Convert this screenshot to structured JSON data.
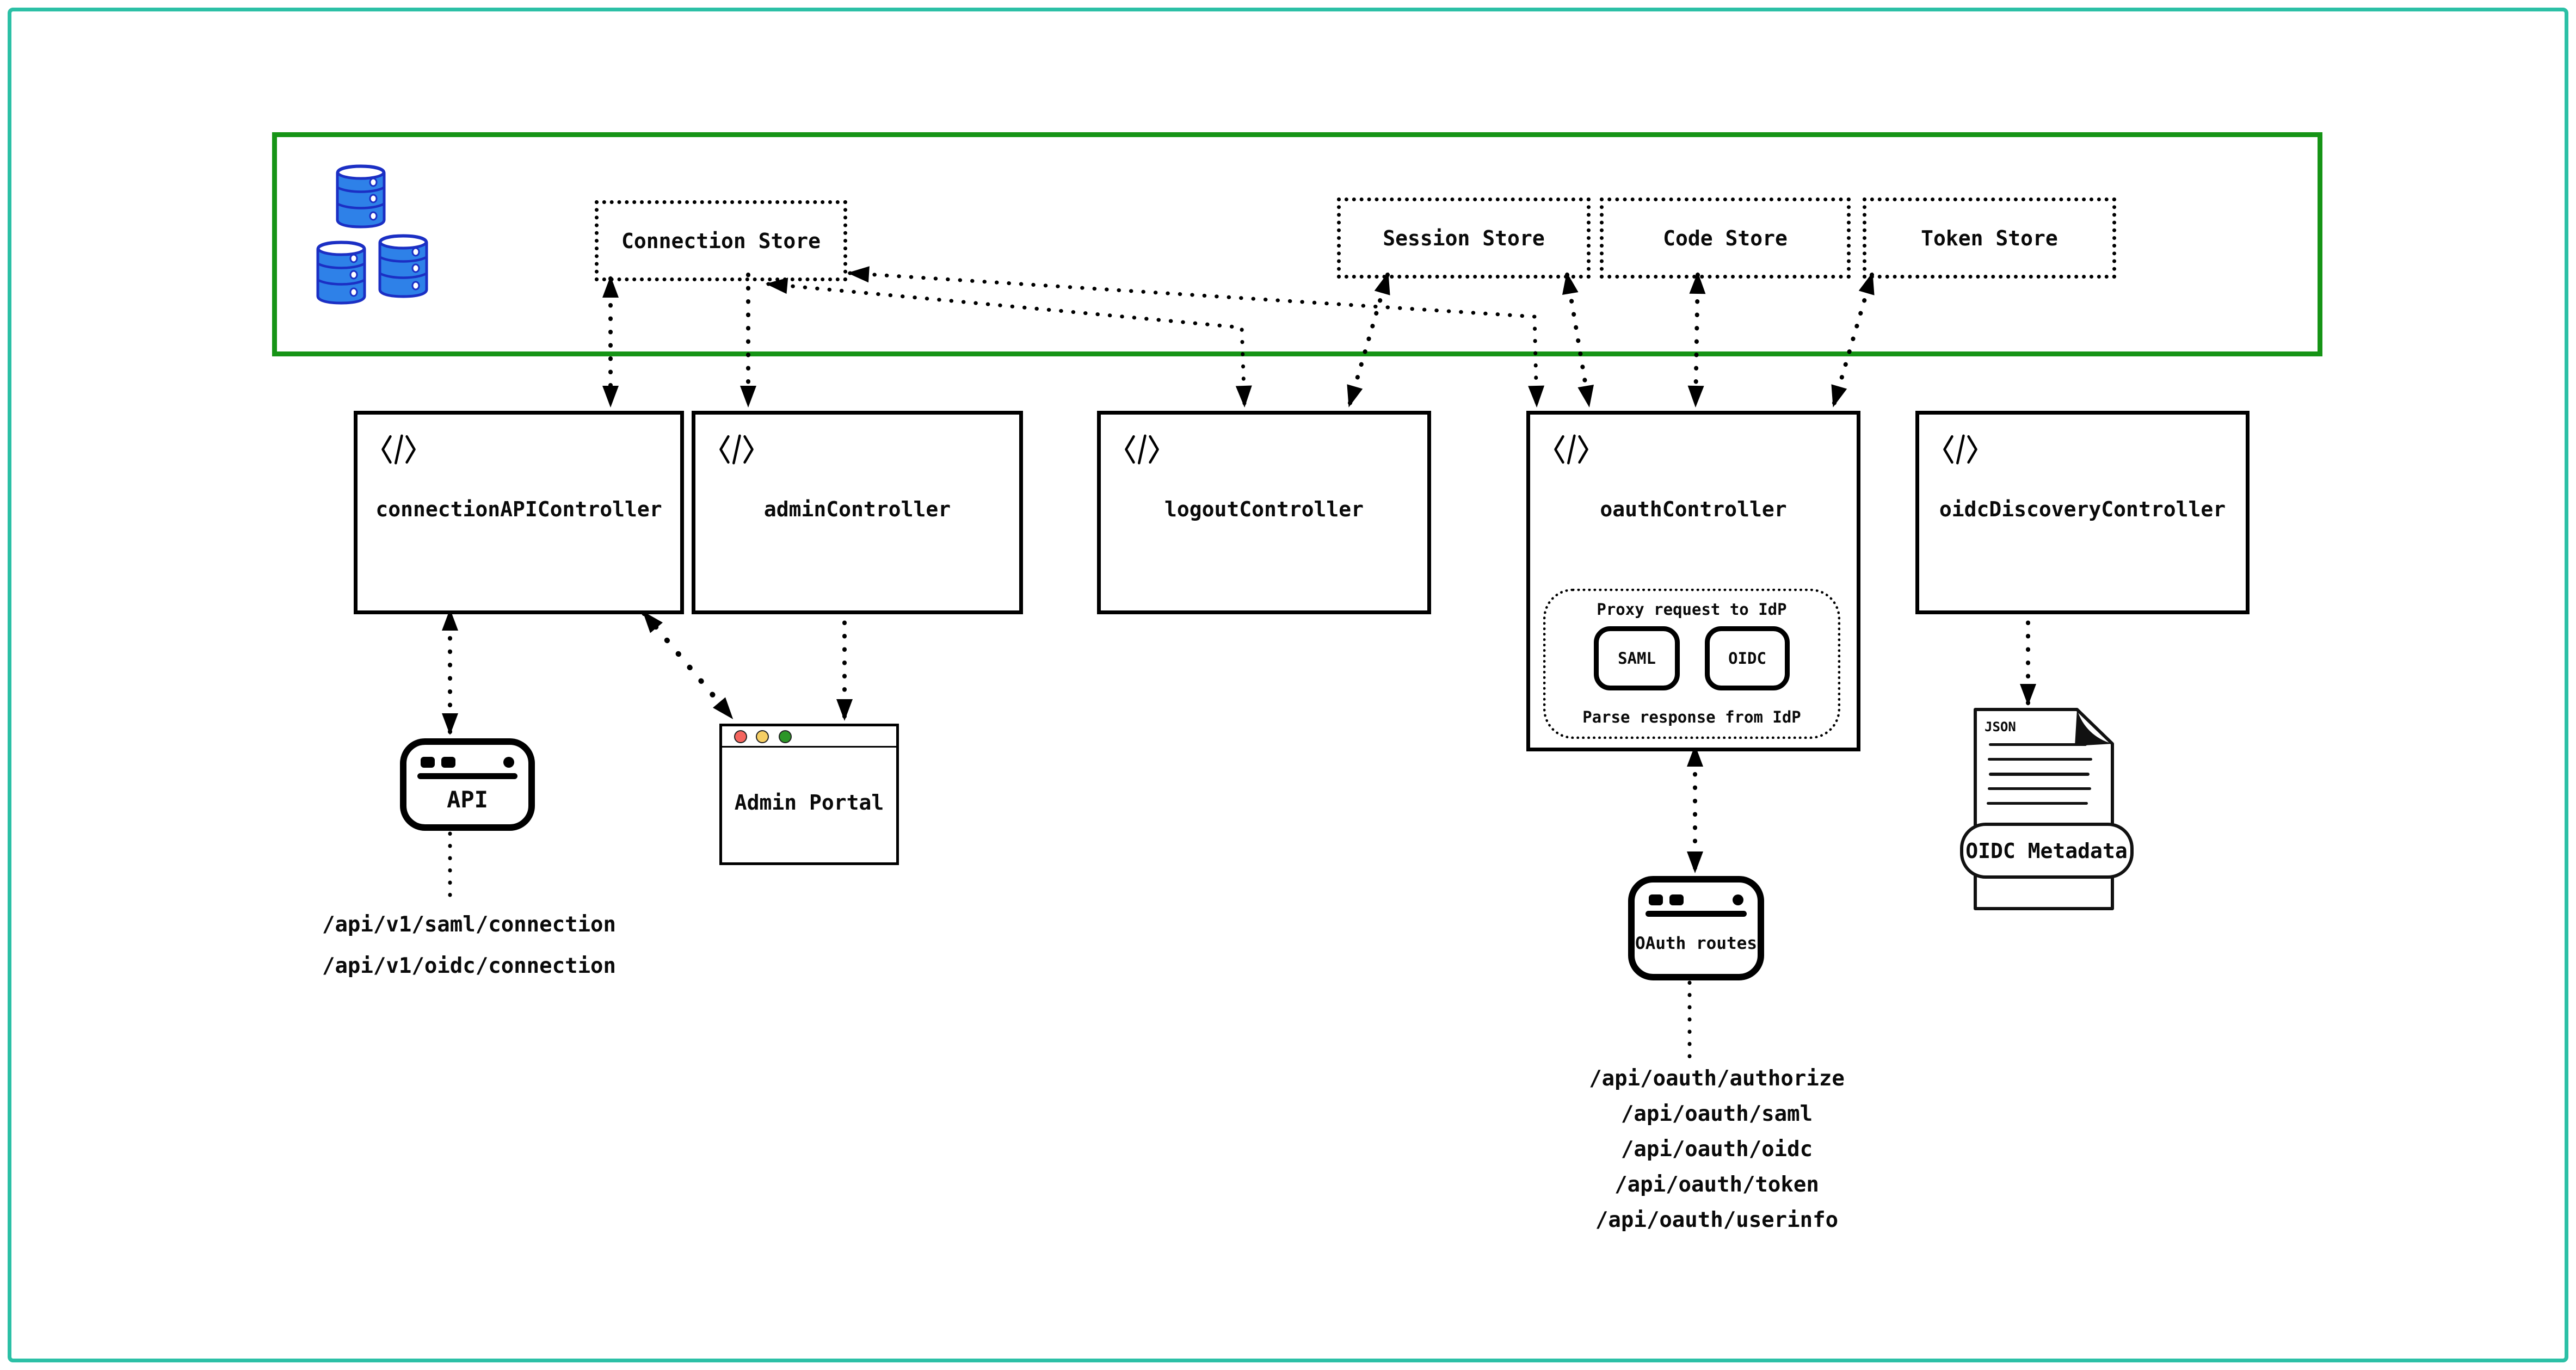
{
  "colors": {
    "outer_border": "#2cc0a6",
    "data_layer_border": "#169416",
    "ink": "#000000",
    "db_fill": "#2e81e8",
    "db_outline": "#1b2fc4",
    "traffic_red": "#f4645e",
    "traffic_yellow": "#f6cf65",
    "traffic_green": "#2c9627"
  },
  "data_layer": {
    "stores": [
      {
        "label": "Connection Store"
      },
      {
        "label": "Session Store"
      },
      {
        "label": "Code Store"
      },
      {
        "label": "Token Store"
      }
    ]
  },
  "controllers": [
    {
      "label": "connectionAPIController"
    },
    {
      "label": "adminController"
    },
    {
      "label": "logoutController"
    },
    {
      "label": "oauthController"
    },
    {
      "label": "oidcDiscoveryController"
    }
  ],
  "idp_proxy": {
    "title": "Proxy request to IdP",
    "protocols": [
      {
        "label": "SAML"
      },
      {
        "label": "OIDC"
      }
    ],
    "footer": "Parse response from IdP"
  },
  "api_client": {
    "label": "API",
    "endpoints": [
      "/api/v1/saml/connection",
      "/api/v1/oidc/connection"
    ]
  },
  "admin_portal": {
    "label": "Admin Portal"
  },
  "oauth_routes": {
    "label": "OAuth routes",
    "endpoints": [
      "/api/oauth/authorize",
      "/api/oauth/saml",
      "/api/oauth/oidc",
      "/api/oauth/token",
      "/api/oauth/userinfo"
    ]
  },
  "oidc_metadata": {
    "doc_type": "JSON",
    "label": "OIDC Metadata"
  },
  "icons": {
    "database": "stacked-db-cylinders",
    "code": "code-tag",
    "window_controls": [
      "close",
      "minimize",
      "zoom"
    ],
    "json_document": "dog-eared-file"
  }
}
